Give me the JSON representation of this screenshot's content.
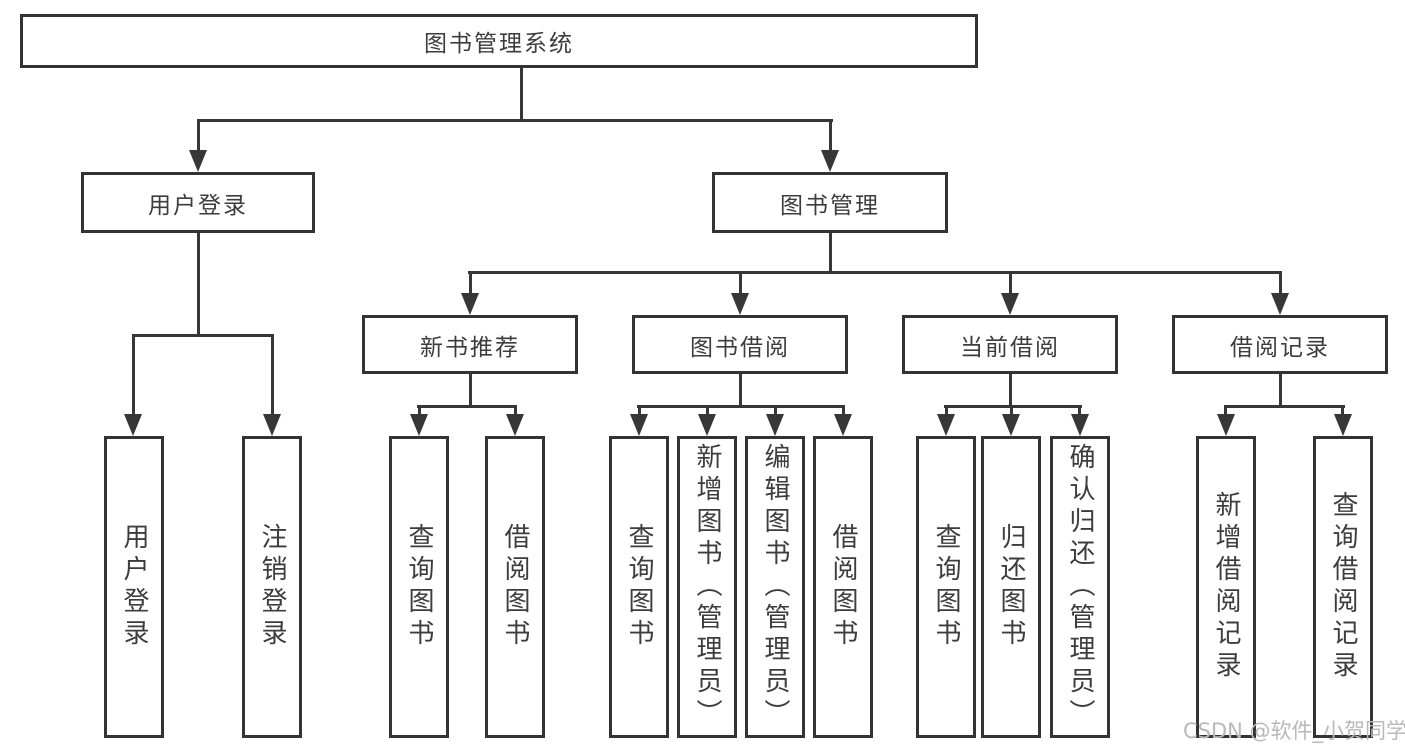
{
  "diagram": {
    "root": {
      "label": "图书管理系统"
    },
    "branches": [
      {
        "label": "用户登录",
        "children": [
          "用户登录",
          "注销登录"
        ]
      },
      {
        "label": "图书管理",
        "modules": [
          {
            "label": "新书推荐",
            "children": [
              "查询图书",
              "借阅图书"
            ]
          },
          {
            "label": "图书借阅",
            "children": [
              "查询图书",
              "新增图书（管理员）",
              "编辑图书（管理员）",
              "借阅图书"
            ]
          },
          {
            "label": "当前借阅",
            "children": [
              "查询图书",
              "归还图书",
              "确认归还（管理员）"
            ]
          },
          {
            "label": "借阅记录",
            "children": [
              "新增借阅记录",
              "查询借阅记录"
            ]
          }
        ]
      }
    ],
    "watermark": "CSDN @软件_小贺同学",
    "colors": {
      "line_color": "#373737",
      "border_color": "#333333",
      "text_color": "#3d3d3d",
      "watermark_color": "#b9b9b9",
      "background_color": "#ffffff"
    }
  }
}
